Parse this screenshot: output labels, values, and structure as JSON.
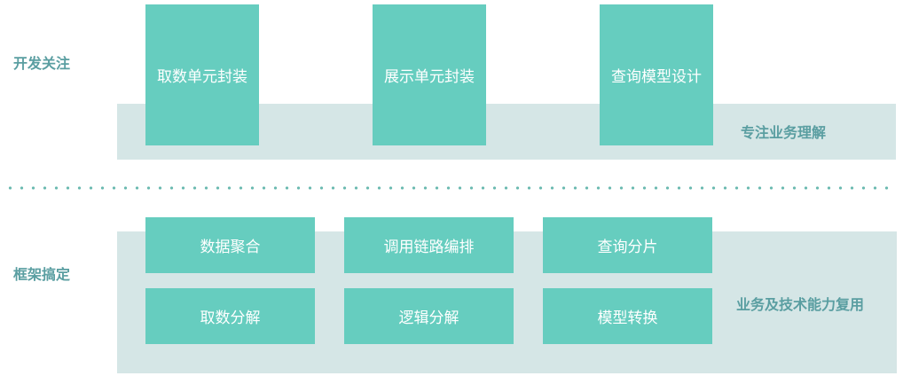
{
  "top": {
    "section_label": "开发关注",
    "boxes": [
      "取数单元封装",
      "展示单元封装",
      "查询模型设计"
    ],
    "band_label": "专注业务理解"
  },
  "bottom": {
    "section_label": "框架搞定",
    "boxes": [
      "数据聚合",
      "调用链路编排",
      "查询分片",
      "取数分解",
      "逻辑分解",
      "模型转换"
    ],
    "band_label": "业务及技术能力复用"
  },
  "colors": {
    "box": "#66cdbf",
    "band": "#d5e6e6",
    "label": "#5a9ea1"
  }
}
